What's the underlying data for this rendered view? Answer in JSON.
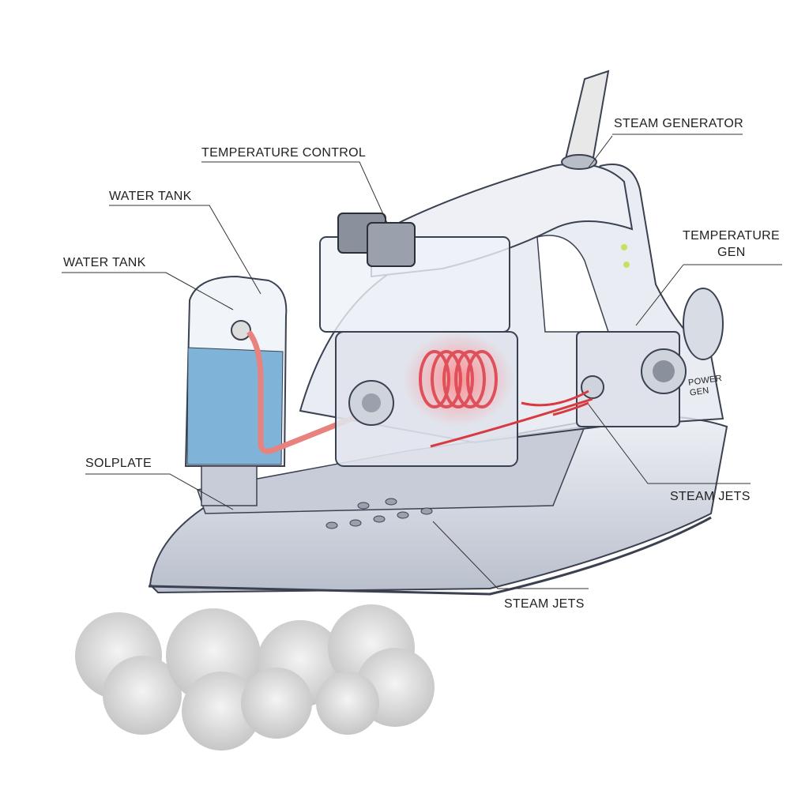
{
  "labels": {
    "steam_generator": "STEAM GENERATOR",
    "temperature_control": "TEMPERATURE CONTROL",
    "water_tank_1": "WATER TANK",
    "water_tank_2": "WATER TANK",
    "temperature_gen_line1": "TEMPERATURE",
    "temperature_gen_line2": "GEN",
    "solplate": "SOLPLATE",
    "steam_jets_1": "STEAM JETS",
    "steam_jets_2": "STEAM JETS"
  },
  "side_text": "POWER GEN",
  "colors": {
    "water": "#7fb4d8",
    "coil": "#e0505a",
    "body": "#d9dde8",
    "outline": "#3a4150",
    "steam": "#d8d8d8",
    "led": "#c8e060"
  }
}
